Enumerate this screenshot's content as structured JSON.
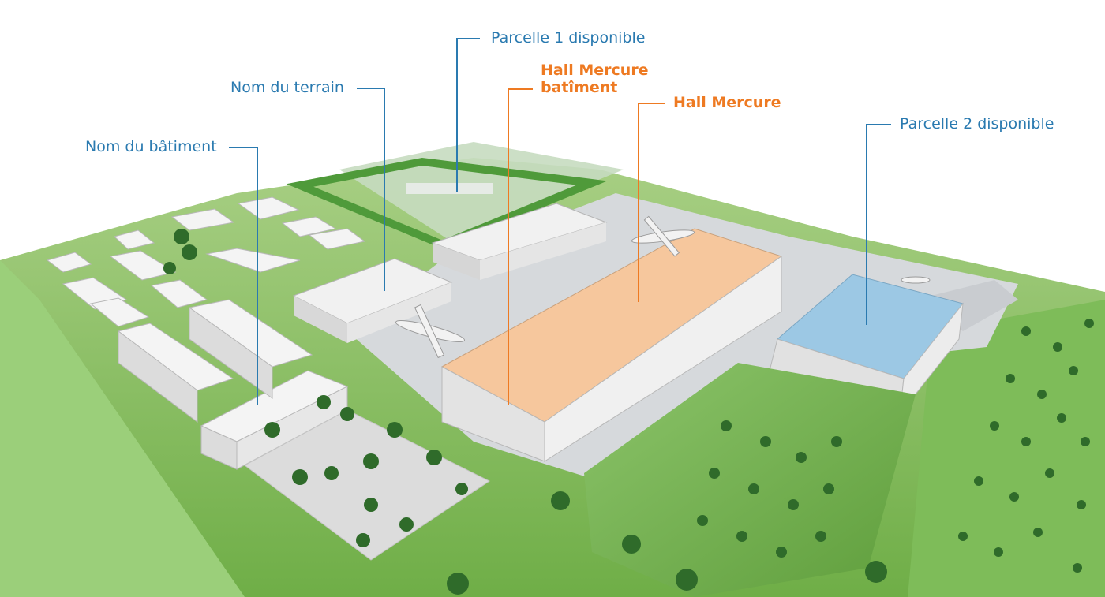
{
  "labels": {
    "parcelle1": "Parcelle 1 disponible",
    "terrain": "Nom du terrain",
    "hall_batiment_line1": "Hall Mercure",
    "hall_batiment_line2": "batîment",
    "hall": "Hall Mercure",
    "batiment": "Nom du bâtiment",
    "parcelle2": "Parcelle 2 disponible"
  },
  "colors": {
    "callout_blue": "#2a7ab0",
    "callout_orange": "#ee7a22",
    "hall_roof": "#f6c79d",
    "parcel_roof": "#9cc8e4",
    "grass": "#7dbb55",
    "tarmac": "#d9dcdf"
  }
}
